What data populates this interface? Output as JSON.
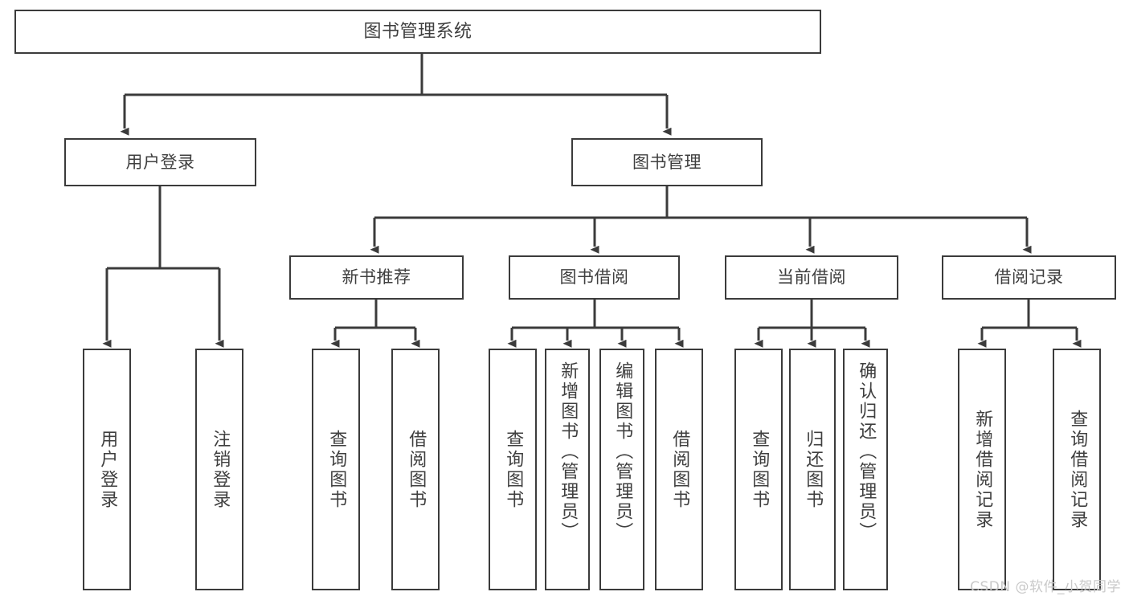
{
  "diagram": {
    "title": "图书管理系统",
    "type": "功能结构图",
    "watermark": "CSDN @软件_小贺同学",
    "colors": {
      "stroke": "#3b3b3b",
      "text": "#3f3f3f",
      "background": "#ffffff",
      "watermark": "#c9c9c9"
    }
  },
  "nodes": {
    "root": {
      "label": "图书管理系统",
      "level": 1
    },
    "level2": [
      {
        "id": "user-login",
        "label": "用户登录"
      },
      {
        "id": "book-manage",
        "label": "图书管理"
      }
    ],
    "level3": [
      {
        "id": "new-book-recommend",
        "label": "新书推荐",
        "parent": "book-manage"
      },
      {
        "id": "book-borrow",
        "label": "图书借阅",
        "parent": "book-manage"
      },
      {
        "id": "current-borrow",
        "label": "当前借阅",
        "parent": "book-manage"
      },
      {
        "id": "borrow-record",
        "label": "借阅记录",
        "parent": "book-manage"
      }
    ],
    "leaves": [
      {
        "id": "leaf-user-login",
        "label": "用户登录",
        "parent": "user-login"
      },
      {
        "id": "leaf-user-logout",
        "label": "注销登录",
        "parent": "user-login"
      },
      {
        "id": "leaf-query-book-1",
        "label": "查询图书",
        "parent": "new-book-recommend"
      },
      {
        "id": "leaf-borrow-book-1",
        "label": "借阅图书",
        "parent": "new-book-recommend"
      },
      {
        "id": "leaf-query-book-2",
        "label": "查询图书",
        "parent": "book-borrow"
      },
      {
        "id": "leaf-add-book",
        "label": "新增图书（管理员）",
        "parent": "book-borrow"
      },
      {
        "id": "leaf-edit-book",
        "label": "编辑图书（管理员）",
        "parent": "book-borrow"
      },
      {
        "id": "leaf-borrow-book-2",
        "label": "借阅图书",
        "parent": "book-borrow"
      },
      {
        "id": "leaf-query-book-3",
        "label": "查询图书",
        "parent": "current-borrow"
      },
      {
        "id": "leaf-return-book",
        "label": "归还图书",
        "parent": "current-borrow"
      },
      {
        "id": "leaf-confirm-return",
        "label": "确认归还（管理员）",
        "parent": "current-borrow"
      },
      {
        "id": "leaf-add-record",
        "label": "新增借阅记录",
        "parent": "borrow-record"
      },
      {
        "id": "leaf-query-record",
        "label": "查询借阅记录",
        "parent": "borrow-record"
      }
    ]
  }
}
